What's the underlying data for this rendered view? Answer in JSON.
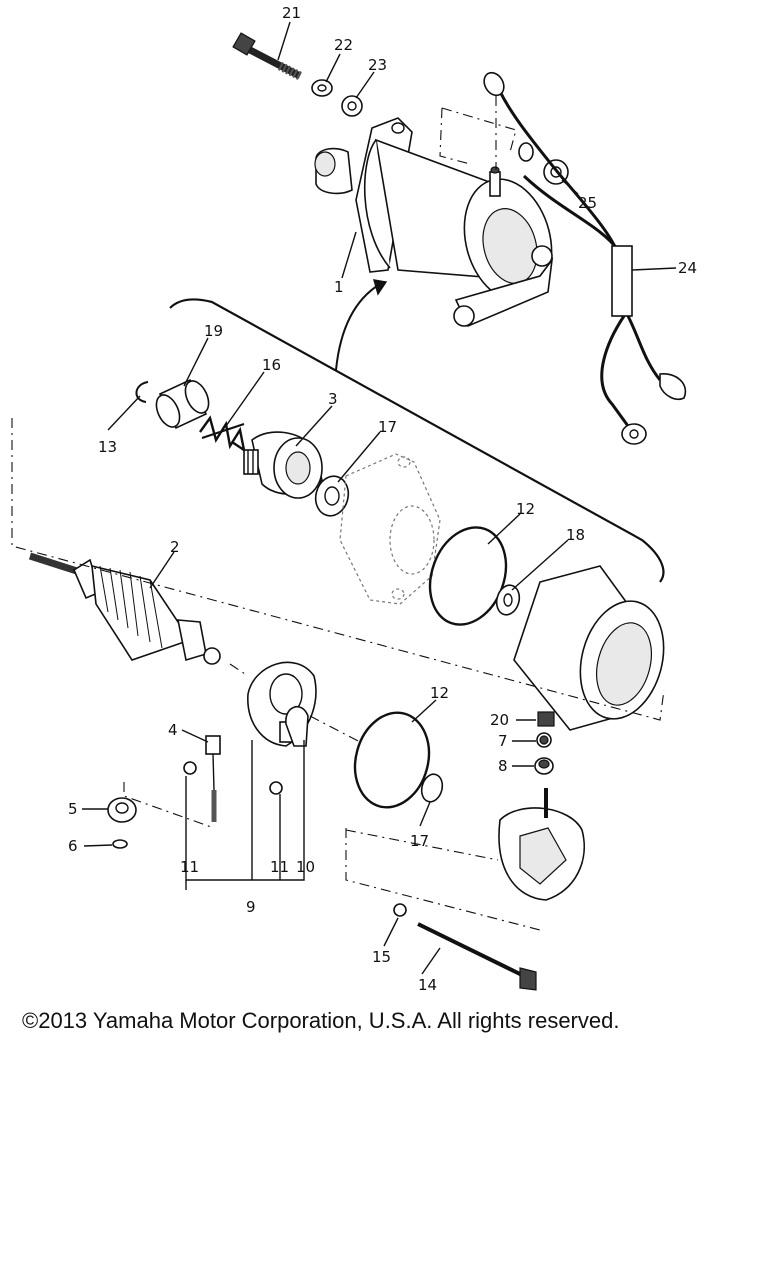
{
  "diagram": {
    "parts": [
      {
        "id": "p21",
        "label": "21",
        "name": "bolt"
      },
      {
        "id": "p22",
        "label": "22",
        "name": "lock-washer"
      },
      {
        "id": "p23",
        "label": "23",
        "name": "washer"
      },
      {
        "id": "p1",
        "label": "1",
        "name": "starter-motor"
      },
      {
        "id": "p25",
        "label": "25",
        "name": "nut"
      },
      {
        "id": "p24",
        "label": "24",
        "name": "cable"
      },
      {
        "id": "p19",
        "label": "19",
        "name": "sleeve"
      },
      {
        "id": "p16",
        "label": "16",
        "name": "spring"
      },
      {
        "id": "p13",
        "label": "13",
        "name": "clip"
      },
      {
        "id": "p3",
        "label": "3",
        "name": "clutch-pinion"
      },
      {
        "id": "p17a",
        "label": "17",
        "name": "washer"
      },
      {
        "id": "p12a",
        "label": "12",
        "name": "o-ring"
      },
      {
        "id": "p18",
        "label": "18",
        "name": "washer"
      },
      {
        "id": "p2",
        "label": "2",
        "name": "armature"
      },
      {
        "id": "p4",
        "label": "4",
        "name": "brush"
      },
      {
        "id": "p12b",
        "label": "12",
        "name": "o-ring"
      },
      {
        "id": "p20",
        "label": "20",
        "name": "nut"
      },
      {
        "id": "p7",
        "label": "7",
        "name": "nut"
      },
      {
        "id": "p8",
        "label": "8",
        "name": "washer"
      },
      {
        "id": "p5",
        "label": "5",
        "name": "nut"
      },
      {
        "id": "p6",
        "label": "6",
        "name": "washer"
      },
      {
        "id": "p17b",
        "label": "17",
        "name": "washer"
      },
      {
        "id": "p11a",
        "label": "11",
        "name": "screw"
      },
      {
        "id": "p11b",
        "label": "11",
        "name": "screw"
      },
      {
        "id": "p10",
        "label": "10",
        "name": "spring"
      },
      {
        "id": "p9",
        "label": "9",
        "name": "brush-holder-set"
      },
      {
        "id": "p15",
        "label": "15",
        "name": "washer"
      },
      {
        "id": "p14",
        "label": "14",
        "name": "through-bolt"
      }
    ]
  },
  "footer": {
    "copyright": "©2013 Yamaha Motor Corporation, U.S.A. All rights reserved."
  }
}
